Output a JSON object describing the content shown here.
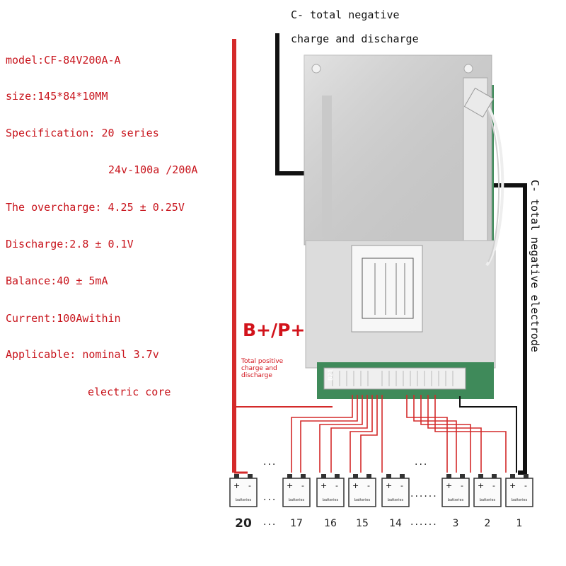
{
  "specs": {
    "model": "model:CF-84V200A-A",
    "size": "size:145*84*10MM",
    "specification": "Specification: 20 series",
    "spec_rating": "24v-100a /200A",
    "overcharge": "The overcharge: 4.25 ± 0.25V",
    "discharge": "Discharge:2.8 ± 0.1V",
    "balance": "Balance:40 ± 5mA",
    "current": "Current:100Awithin",
    "applicable": "Applicable: nominal 3.7v",
    "core": "electric core"
  },
  "labels": {
    "c_top_line1": "C- total negative",
    "c_top_line2": "charge and discharge",
    "c_right": "C- total negative electrode",
    "b_plus": "B+/P+",
    "total_positive_1": "Total positive",
    "total_positive_2": "charge and",
    "total_positive_3": "discharge",
    "board_code": "B21",
    "cell_label": "batteries",
    "ellipsis": "......"
  },
  "cells": {
    "numbers": [
      "20",
      "17",
      "16",
      "15",
      "14",
      "3",
      "2",
      "1"
    ]
  },
  "colors": {
    "spec_red": "#c8141c",
    "wire_red": "#d42a2a",
    "wire_black": "#111111",
    "board": "#d9d9d9",
    "pcb": "#3f8a5a"
  }
}
